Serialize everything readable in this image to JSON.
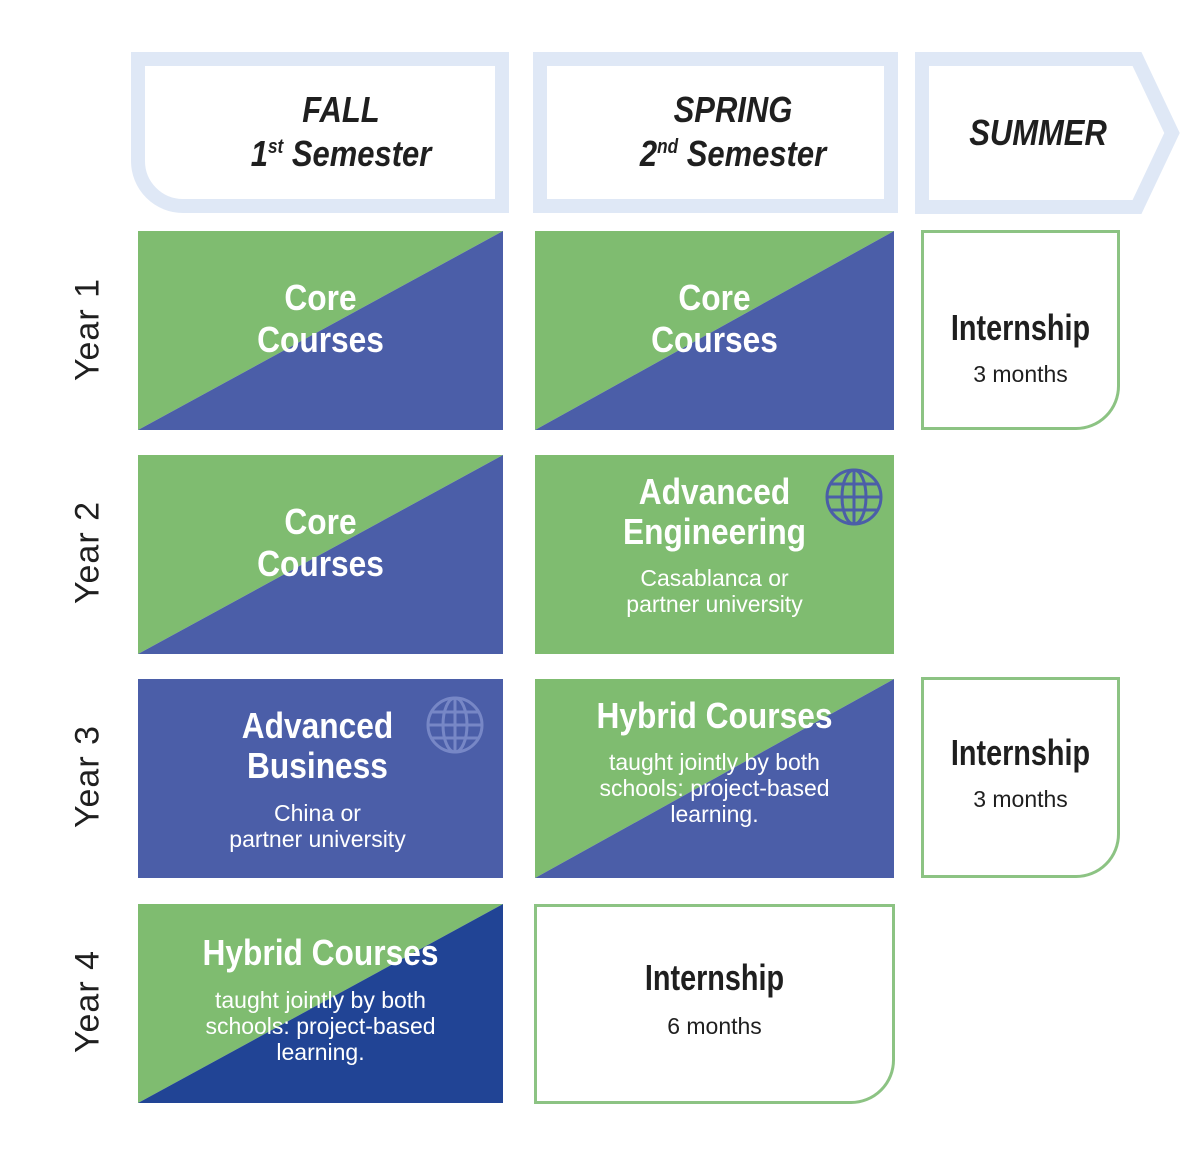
{
  "headers": {
    "fall": {
      "line1": "FALL",
      "line2_prefix": "1",
      "line2_sup": "st",
      "line2_suffix": " Semester"
    },
    "spring": {
      "line1": "SPRING",
      "line2_prefix": "2",
      "line2_sup": "nd",
      "line2_suffix": " Semester"
    },
    "summer": {
      "line1": "SUMMER"
    }
  },
  "years": [
    "Year 1",
    "Year 2",
    "Year 3",
    "Year 4"
  ],
  "cells": {
    "y1_fall": {
      "title1": "Core",
      "title2": "Courses"
    },
    "y1_spring": {
      "title1": "Core",
      "title2": "Courses"
    },
    "y1_summer": {
      "title": "Internship",
      "subtitle": "3 months"
    },
    "y2_fall": {
      "title1": "Core",
      "title2": "Courses"
    },
    "y2_spring": {
      "title1": "Advanced",
      "title2": "Engineering",
      "sub1": "Casablanca or",
      "sub2": "partner university",
      "icon": "globe-icon"
    },
    "y3_fall": {
      "title1": "Advanced",
      "title2": "Business",
      "sub1": "China or",
      "sub2": "partner university",
      "icon": "globe-icon"
    },
    "y3_spring": {
      "title": "Hybrid Courses",
      "sub1": "taught jointly by both",
      "sub2": "schools: project-based",
      "sub3": "learning."
    },
    "y3_summer": {
      "title": "Internship",
      "subtitle": "3 months"
    },
    "y4_fall": {
      "title": "Hybrid Courses",
      "sub1": "taught jointly by both",
      "sub2": "schools: project-based",
      "sub3": "learning."
    },
    "y4_spring": {
      "title": "Internship",
      "subtitle": "6 months"
    }
  },
  "colors": {
    "green": "#7fbc70",
    "blue": "#4b5ea8",
    "dark_blue": "#214495",
    "header_frame": "#dfe8f6",
    "internship_border": "#8cc383"
  }
}
